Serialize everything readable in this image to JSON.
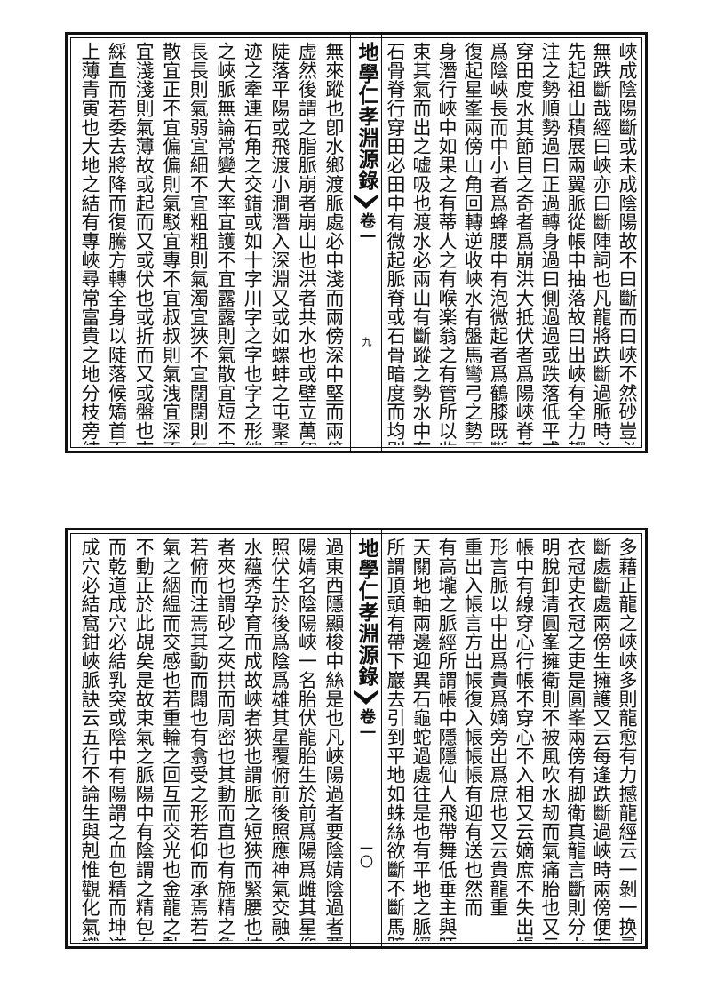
{
  "pages": [
    {
      "title": "地學仁孝淵源錄",
      "juan": "卷一",
      "page_number": "九",
      "right_columns": [
        "峽成陰陽斷或未成陰陽故不曰斷而曰峽不然砂豈必",
        "無跌斷哉經曰峽亦曰斷陣詞也凡龍將跌斷過脈時必",
        "先起祖山積展兩翼脈從帳中抽落故曰出峽有全力趨",
        "注之勢順勢過曰正過轉身過曰側過過或跌落低平或",
        "穿田度水其節目之奇者爲崩洪大抵伏者爲陽峽脊者",
        "爲陰峽長而中小者爲蜂腰中有泡微起者爲鶴膝既斷",
        "復起星峯兩傍山角回轉逆收峽水有盤馬彎弓之勢正",
        "身潛行峽中如果之有蒂人之有喉楽翁之有管所以收",
        "束其氣而出之嘘吸也渡水必兩山有斷蹤之勢水中有",
        "石骨脊行穿田必田中有微起脈脊或石骨暗度而均別"
      ],
      "left_columns": [
        "無來蹤也卽水鄉渡脈處必中淺而兩傍深中堅而兩傍",
        "虚然後謂之脂脈崩者崩山也洪者共水也或壁立萬仞",
        "陡落平陽或飛渡小澗潛入深淵又或如螺蚌之屯聚馬",
        "迹之牽連石角之交錯或如十字川字之字也字之形總",
        "之峽脈無論常變大率宜護不宜露露則氣散宜短不宜",
        "長長則氣弱宜細不宜粗粗則氣濁宜狹不宜闊闊則氣",
        "散宜正不宜偏偏則氣駁宜專不宜叔叔則氣洩宜深不",
        "宜淺淺則氣薄故或起而又或伏也或折而又或盤也來",
        "綵直而若委去將降而復騰方轉全身以陡落候矯首而",
        "上薄青寅也大地之結有專峽尋常富貴之地分枝旁結"
      ]
    },
    {
      "title": "地學仁孝淵源錄",
      "juan": "卷一",
      "page_number": "一〇",
      "right_columns": [
        "多藉正龍之峽峽多則龍愈有力撼龍經云一剝一换尋",
        "斷處斷處兩傍生擁護又云每逢跌斷過峽時兩傍便有",
        "衣冠吏衣冠之吏是圓峯兩傍有脚衛真龍言斷則分水",
        "明脫卸清圓峯擁衛則不被風吹水刼而氣痛胎也又云",
        "帳中有線穿心行帳不穿心不入相又云嫡庶不失出帳",
        "形言脈以中出爲貴爲嫡旁出爲庶也又云貴龍重",
        "重出入帳言方出帳復入帳帳帳有迎有送也然而",
        "有高壠之脈經所謂帳中隱隱仙人飛帶舞低垂主與旺",
        "天關地軸兩邊迎異石龜蛇過處往是也有平地之脈經",
        "所謂頂頭有帶下巖去引到平地如蛛絲欲斷不斷馬蹄"
      ],
      "left_columns": [
        "過東西隱顯梭中絲是也凡峽陽過者要陰婧陰過者要",
        "陽婧名陰陽峽一名胎伏龍胎生於前爲陽爲雌其星仰",
        "照伏生於後爲陰爲雄其星覆俯前後照應神氣交融金",
        "水蘊秀孕育而成故峽者狹也謂脈之短狹而緊腰也峽",
        "者夾也謂砂之夾拱而周密也其動而直也有施精之象",
        "若俯而注焉其動而闢也有翕受之形若仰而承焉若二",
        "氣之絪緼而交感也若重輪之回互而交光也金龍之動",
        "不動正於此覘矣是故束氣之脈陽中有陰謂之精包血",
        "而乾道成穴必結乳突或陰中有陽謂之血包精而坤道",
        "成穴必結窩鉗峽脈訣云五行不論生與剋惟觀化氣識"
      ]
    }
  ]
}
